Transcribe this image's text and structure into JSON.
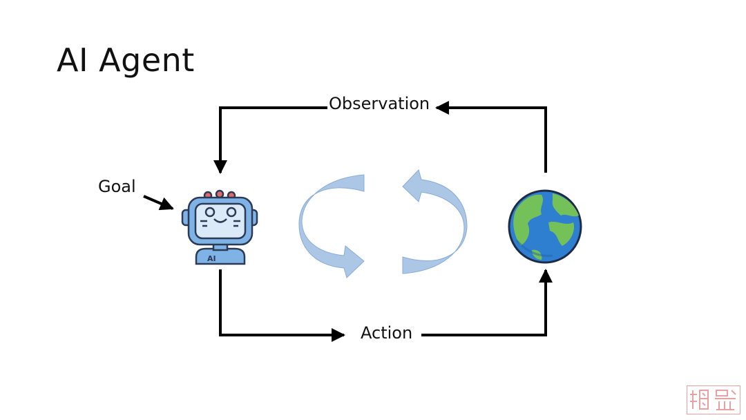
{
  "slide": {
    "title": "AI Agent"
  },
  "labels": {
    "observation": "Observation",
    "action": "Action",
    "goal": "Goal",
    "robot_badge": "AI"
  },
  "icons": {
    "agent": "robot-icon",
    "environment": "earth-globe-icon",
    "cycle": "circular-arrows-icon"
  },
  "colors": {
    "arrow": "#000000",
    "cycle_arrow": "#9dbde0",
    "robot_body": "#7fb3e6",
    "robot_outline": "#2b3a55",
    "robot_buttons": "#e06a6a",
    "ocean": "#2f7fd0",
    "land": "#74c15a",
    "watermark": "#e8a0a0"
  }
}
